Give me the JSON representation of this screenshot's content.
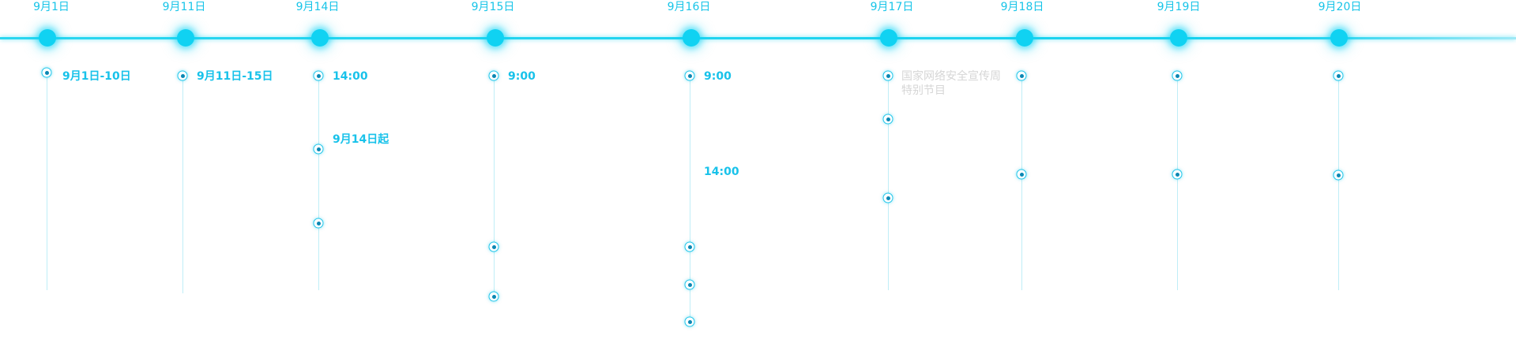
{
  "dates": [
    "9月1日",
    "9月11日",
    "9月14日",
    "9月15日",
    "9月16日",
    "9月17日",
    "9月18日",
    "9月19日",
    "9月20日"
  ],
  "labels": {
    "d1": "9月1日-10日",
    "d11": "9月11日-15日",
    "d14_time": "14:00",
    "d14_from": "9月14日起",
    "d15_time": "9:00",
    "d16_time1": "9:00",
    "d16_time2": "14:00",
    "d17_title": "国家网络安全宣传周特别节目"
  },
  "colors": {
    "accent": "#19d2ef",
    "label": "#18c2ea",
    "muted": "#d6d6d6"
  }
}
